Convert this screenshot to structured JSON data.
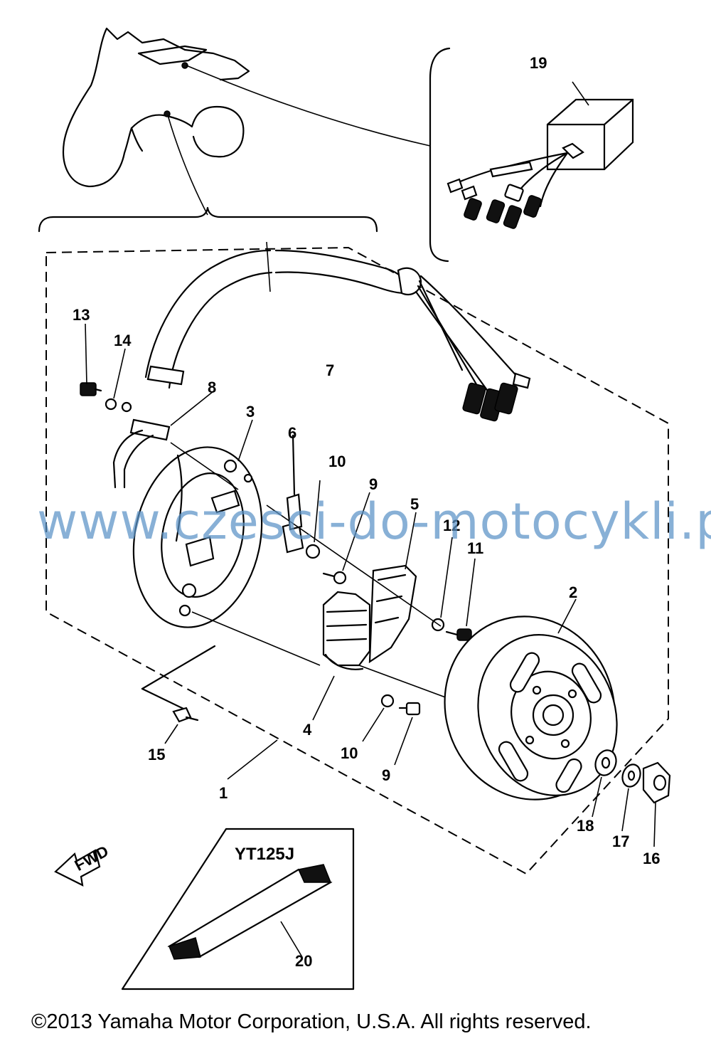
{
  "model_label": "YT125J",
  "watermark": "www.czesci-do-motocykli.pl",
  "copyright": "©2013 Yamaha Motor Corporation, U.S.A. All rights reserved.",
  "fwd_label": "FWD",
  "callouts": {
    "c1": "1",
    "c2": "2",
    "c3": "3",
    "c4": "4",
    "c5": "5",
    "c6": "6",
    "c7": "7",
    "c8": "8",
    "c9a": "9",
    "c9b": "9",
    "c10a": "10",
    "c10b": "10",
    "c11": "11",
    "c12": "12",
    "c13": "13",
    "c14": "14",
    "c15": "15",
    "c16": "16",
    "c17": "17",
    "c18": "18",
    "c19": "19",
    "c20": "20"
  }
}
